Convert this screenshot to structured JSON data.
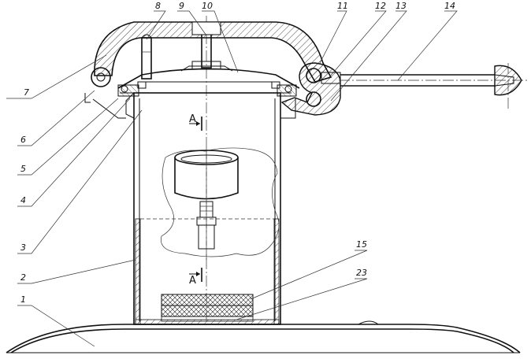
{
  "labels": {
    "l1": "1",
    "l2": "2",
    "l3": "3",
    "l4": "4",
    "l5": "5",
    "l6": "6",
    "l7": "7",
    "l8": "8",
    "l9": "9",
    "l10": "10",
    "l11": "11",
    "l12": "12",
    "l13": "13",
    "l14": "14",
    "l15": "15",
    "l23": "23"
  },
  "section": {
    "a_top": "A",
    "a_bottom": "A"
  },
  "colors": {
    "line": "#111111",
    "background": "#ffffff"
  }
}
